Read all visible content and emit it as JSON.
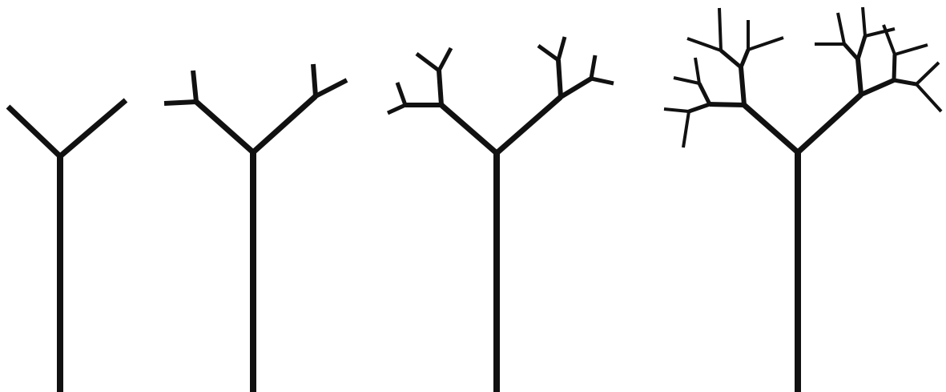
{
  "figure": {
    "stroke_color": "#111111",
    "background": "#ffffff",
    "trees": [
      {
        "id": "tree-depth-1",
        "branch_levels": 1
      },
      {
        "id": "tree-depth-2",
        "branch_levels": 2
      },
      {
        "id": "tree-depth-3",
        "branch_levels": 3
      },
      {
        "id": "tree-depth-4",
        "branch_levels": 4
      }
    ]
  }
}
